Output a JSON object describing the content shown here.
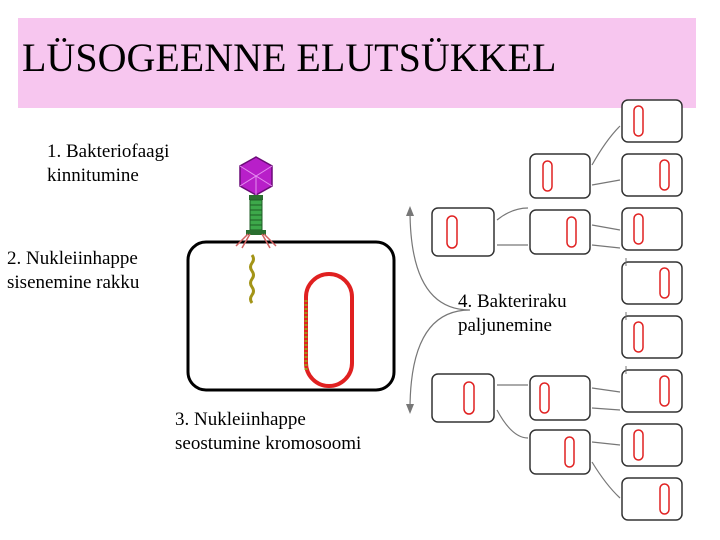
{
  "slide": {
    "title": "LÜSOGEENNE ELUTSÜKKEL"
  },
  "steps": {
    "s1": {
      "line1": "1. Bakteriofaagi",
      "line2": "kinnitumine"
    },
    "s2": {
      "line1": "2. Nukleiinhappe",
      "line2": "sisenemine rakku"
    },
    "s3": {
      "line1": "3. Nukleiinhappe",
      "line2": "seostumine kromosoomi"
    },
    "s4": {
      "line1": "4. Bakteriraku",
      "line2": "paljunemine"
    }
  },
  "colors": {
    "title_band": "#f7c6ef",
    "phage_head": "#b81fc9",
    "phage_tail": "#3da84a",
    "chromosome": "#e02020",
    "dna": "#a39417"
  }
}
